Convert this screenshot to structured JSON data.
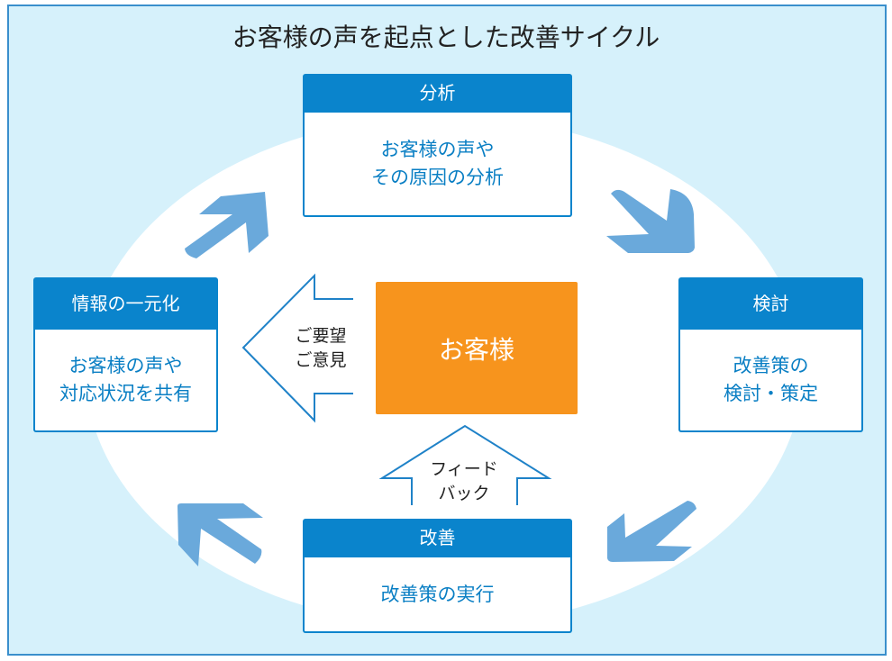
{
  "title": "お客様の声を起点とした改善サイクル",
  "colors": {
    "frame_bg": "#d6f1fb",
    "frame_border": "#3a8fcc",
    "ellipse": "#ffffff",
    "header_blue": "#0a84cc",
    "body_text_blue": "#0a7fc4",
    "cycle_arrow": "#6aa9db",
    "customer_orange": "#f7941d"
  },
  "steps": [
    {
      "id": "analysis",
      "header": "分析",
      "body": [
        "お客様の声や",
        "その原因の分析"
      ]
    },
    {
      "id": "review",
      "header": "検討",
      "body": [
        "改善策の",
        "検討・策定"
      ]
    },
    {
      "id": "improvement",
      "header": "改善",
      "body": [
        "改善策の実行"
      ]
    },
    {
      "id": "unification",
      "header": "情報の一元化",
      "body": [
        "お客様の声や",
        "対応状況を共有"
      ]
    }
  ],
  "center": {
    "label": "お客様"
  },
  "flows": {
    "requests": {
      "lines": [
        "ご要望",
        "ご意見"
      ],
      "direction": "left"
    },
    "feedback": {
      "lines": [
        "フィード",
        "バック"
      ],
      "direction": "up"
    }
  },
  "cycle_arrows": [
    {
      "name": "arrow-unification-to-analysis",
      "direction": "up-right"
    },
    {
      "name": "arrow-analysis-to-review",
      "direction": "down-right"
    },
    {
      "name": "arrow-review-to-improvement",
      "direction": "down-left"
    },
    {
      "name": "arrow-improvement-to-unification",
      "direction": "up-left"
    }
  ]
}
